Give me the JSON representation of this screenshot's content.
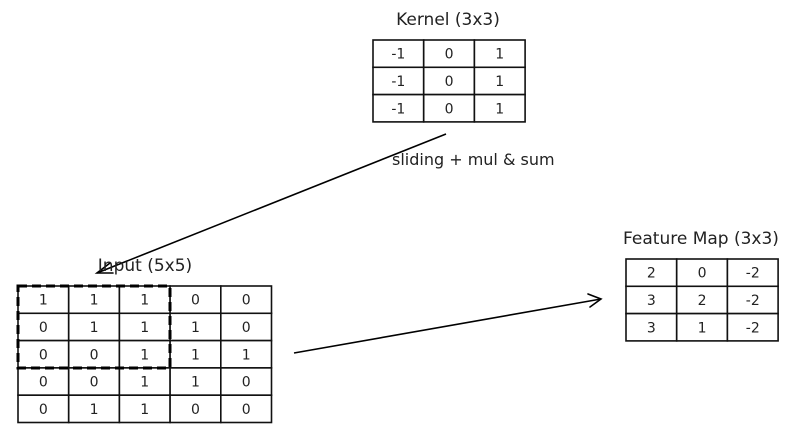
{
  "kernel": {
    "title": "Kernel (3x3)",
    "values": [
      [
        "-1",
        "0",
        "1"
      ],
      [
        "-1",
        "0",
        "1"
      ],
      [
        "-1",
        "0",
        "1"
      ]
    ]
  },
  "input": {
    "title": "Input (5x5)",
    "values": [
      [
        "1",
        "1",
        "1",
        "0",
        "0"
      ],
      [
        "0",
        "1",
        "1",
        "1",
        "0"
      ],
      [
        "0",
        "0",
        "1",
        "1",
        "1"
      ],
      [
        "0",
        "0",
        "1",
        "1",
        "0"
      ],
      [
        "0",
        "1",
        "1",
        "0",
        "0"
      ]
    ],
    "window": {
      "rows": 3,
      "cols": 3
    }
  },
  "feature_map": {
    "title": "Feature Map (3x3)",
    "values": [
      [
        "2",
        "0",
        "-2"
      ],
      [
        "3",
        "2",
        "-2"
      ],
      [
        "3",
        "1",
        "-2"
      ]
    ]
  },
  "operation_label": "sliding + mul & sum"
}
